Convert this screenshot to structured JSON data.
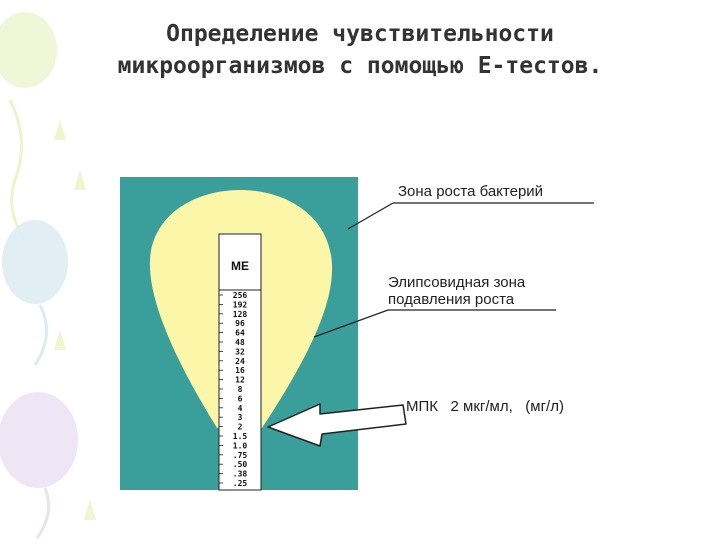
{
  "title": {
    "line1": "Определение чувствительности",
    "line2": "микроорганизмов с помощью Е-тестов."
  },
  "labels": {
    "growth_zone": "Зона роста бактерий",
    "inhibition_zone_line1": "Элипсовидная зона",
    "inhibition_zone_line2": "подавления роста",
    "mic": "МПК   2 мкг/мл,   (мг/л)"
  },
  "strip": {
    "header": "МЕ",
    "scale": [
      "256",
      "192",
      "128",
      "96",
      "64",
      "48",
      "32",
      "24",
      "16",
      "12",
      "8",
      "6",
      "4",
      "3",
      "2",
      "1.5",
      "1.0",
      ".75",
      ".50",
      ".38",
      ".25"
    ]
  },
  "colors": {
    "plate": "#3a9e9a",
    "growth_zone": "#fbf6a8",
    "strip": "#ffffff",
    "background_balloons": [
      "#e9f3c9",
      "#d6ecf3",
      "#eadff3"
    ]
  },
  "background": {
    "decor_icons": [
      "balloon-icon",
      "balloon-icon",
      "balloon-icon"
    ]
  }
}
